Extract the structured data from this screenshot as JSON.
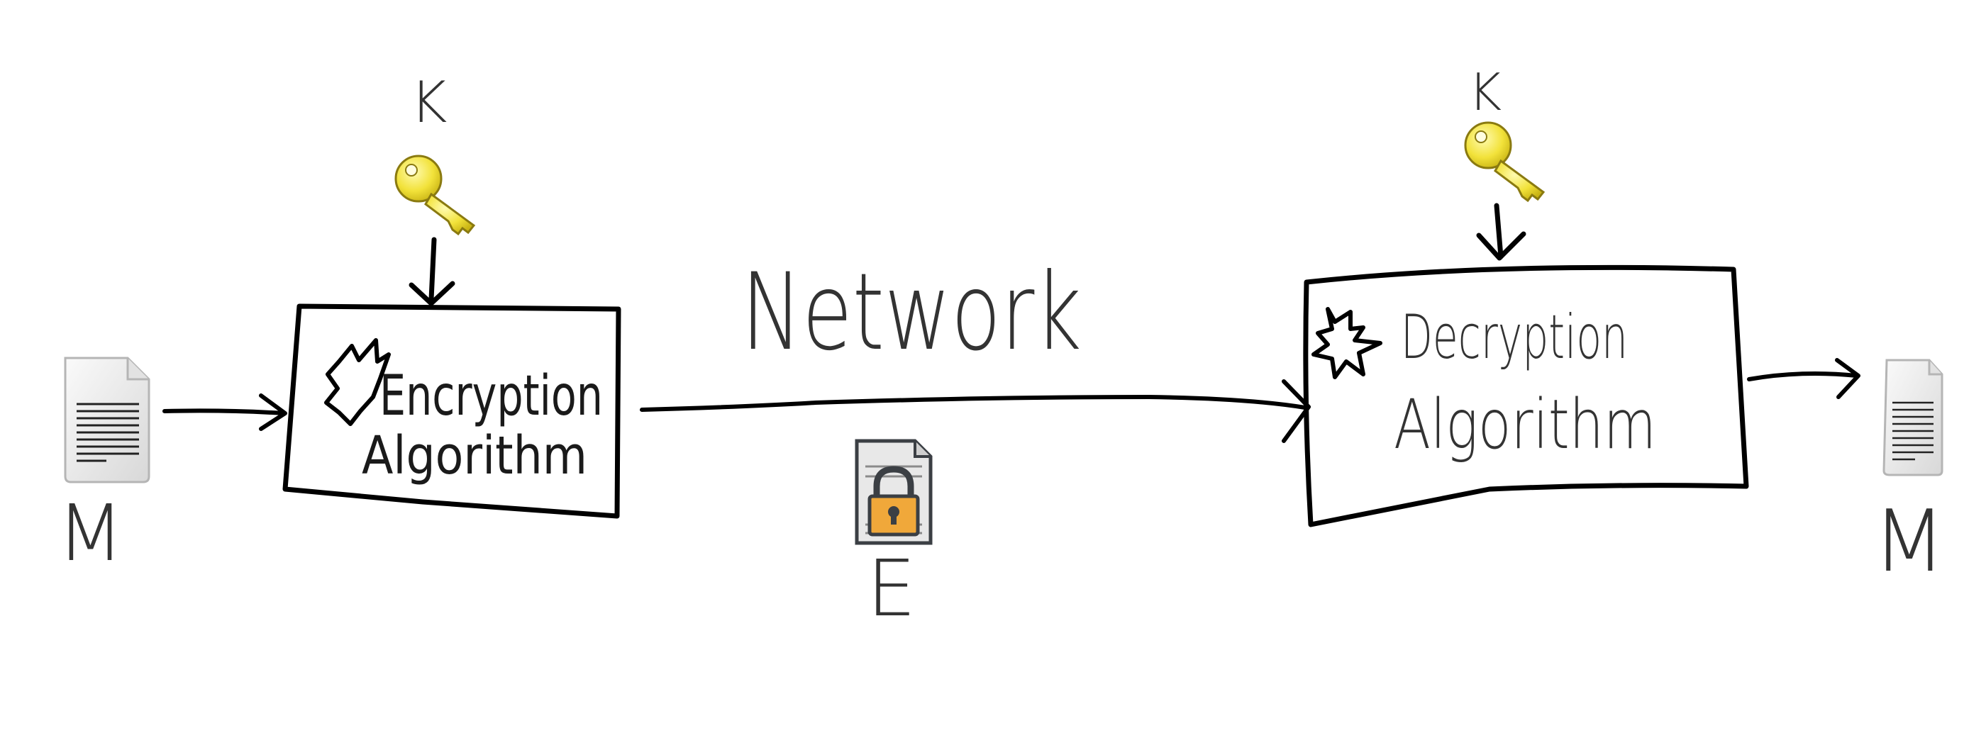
{
  "diagram": {
    "plaintext_left": {
      "label": "M",
      "icon": "document-icon"
    },
    "key_left": {
      "label": "K",
      "icon": "key-icon"
    },
    "encryption_box": {
      "line1": "Encryption",
      "line2": "Algorithm",
      "icon": "starburst-icon"
    },
    "network": {
      "label": "Network"
    },
    "ciphertext": {
      "label": "E",
      "icon": "locked-document-icon"
    },
    "key_right": {
      "label": "K",
      "icon": "key-icon"
    },
    "decryption_box": {
      "line1": "Decryption",
      "line2": "Algorithm",
      "icon": "starburst-icon"
    },
    "plaintext_right": {
      "label": "M",
      "icon": "document-icon"
    }
  },
  "colors": {
    "ink": "#000000",
    "key_fill": "#f2e23a",
    "key_outline": "#8a7a10",
    "document_fill": "#eeeeee",
    "lock_fill": "#f0a83a",
    "lock_shackle": "#3b3f44"
  }
}
